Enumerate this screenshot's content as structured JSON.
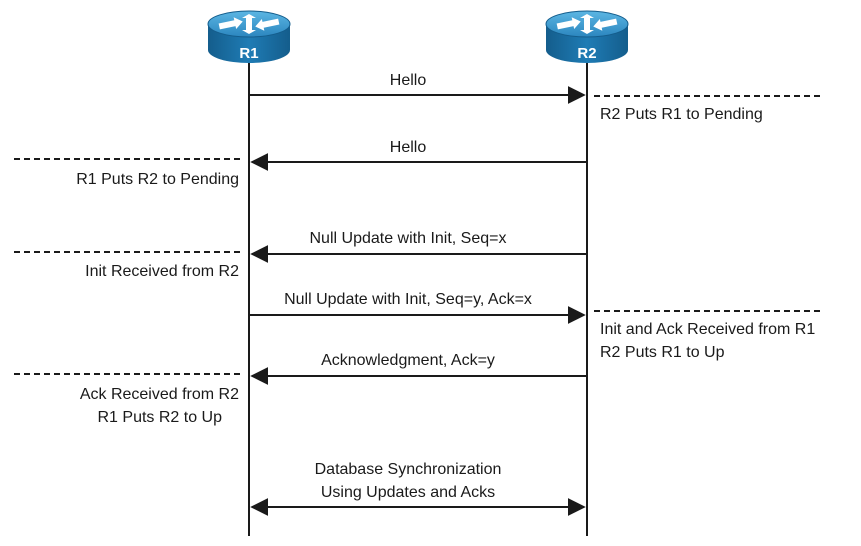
{
  "routers": {
    "left": {
      "label": "R1"
    },
    "right": {
      "label": "R2"
    }
  },
  "messages": [
    {
      "text": "Hello",
      "direction": "right"
    },
    {
      "text": "Hello",
      "direction": "left"
    },
    {
      "text": "Null Update with Init, Seq=x",
      "direction": "left"
    },
    {
      "text": "Null Update with Init, Seq=y, Ack=x",
      "direction": "right"
    },
    {
      "text": "Acknowledgment, Ack=y",
      "direction": "left"
    },
    {
      "text_lines": [
        "Database Synchronization",
        "Using Updates and Acks"
      ],
      "direction": "both"
    }
  ],
  "notes": [
    {
      "side": "right",
      "lines": [
        "R2 Puts R1 to Pending"
      ]
    },
    {
      "side": "left",
      "lines": [
        "R1 Puts R2 to Pending"
      ]
    },
    {
      "side": "left",
      "lines": [
        "Init Received from R2"
      ]
    },
    {
      "side": "right",
      "lines": [
        "Init and Ack Received from R1",
        "R2 Puts R1 to Up"
      ]
    },
    {
      "side": "left",
      "lines": [
        "Ack Received from R2",
        "R1 Puts R2 to Up"
      ]
    }
  ],
  "colors": {
    "router_body": "#1b73a8",
    "router_top": "#3a9bd0",
    "line": "#1a1a1a"
  }
}
